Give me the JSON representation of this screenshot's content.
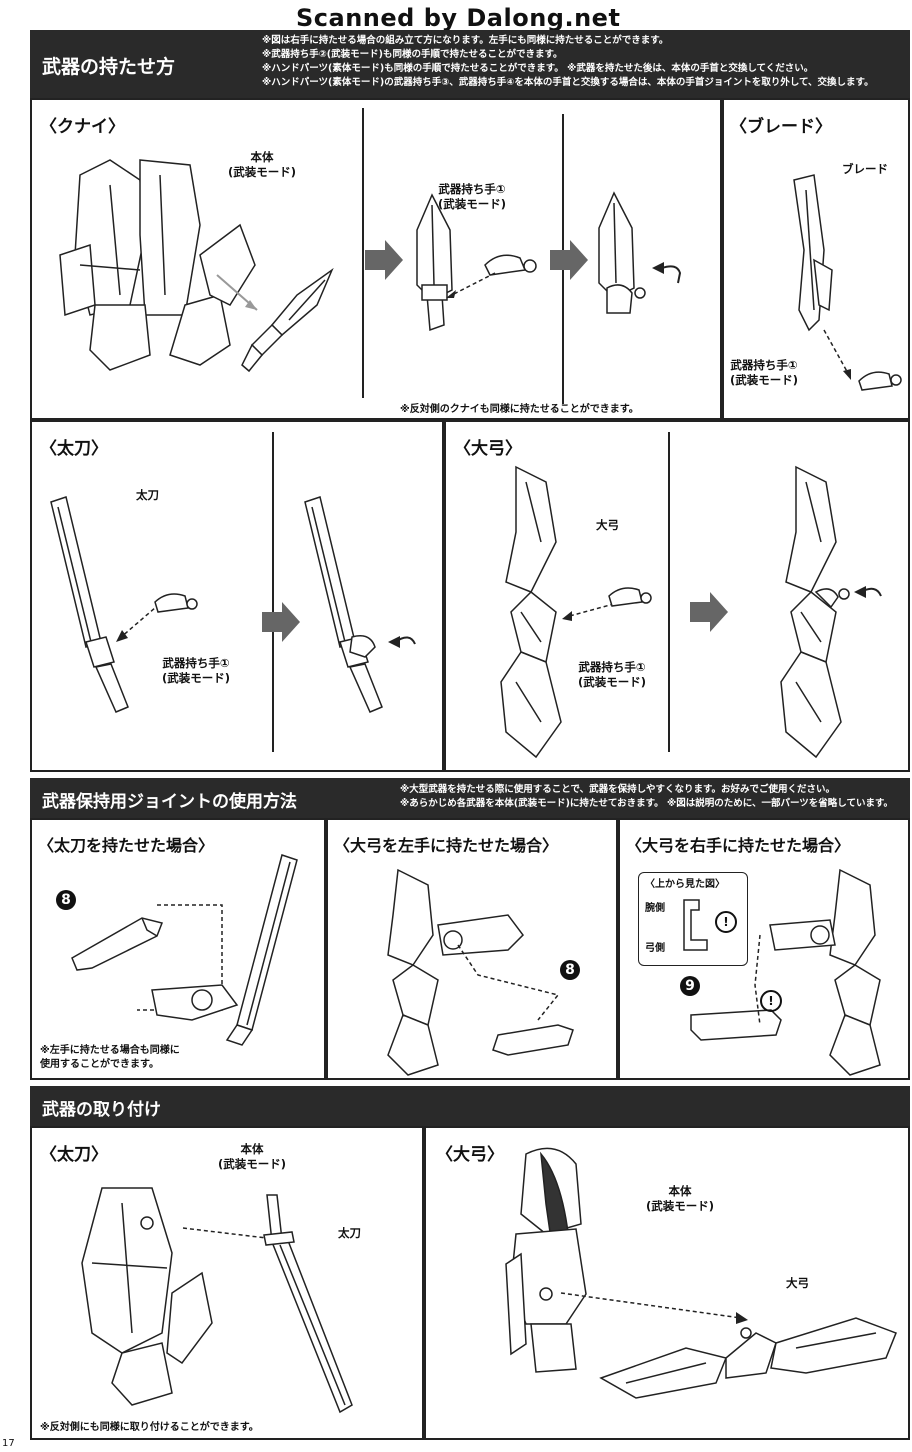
{
  "watermark": "Scanned by Dalong.net",
  "section1": {
    "title": "武器の持たせ方",
    "notes": [
      "※図は右手に持たせる場合の組み立て方になります。左手にも同様に持たせることができます。",
      "※武器持ち手②(武装モード)も同様の手順で持たせることができます。",
      "※ハンドパーツ(素体モード)も同様の手順で持たせることができます。 ※武器を持たせた後は、本体の手首と交換してください。",
      "※ハンドパーツ(素体モード)の武器持ち手③、武器持ち手④を本体の手首と交換する場合は、本体の手首ジョイントを取り外して、交換します。"
    ],
    "kunai": {
      "title": "〈クナイ〉",
      "body_label": "本体\n(武装モード)",
      "hand_label": "武器持ち手①\n(武装モード)",
      "note": "※反対側のクナイも同様に持たせることができます。"
    },
    "blade": {
      "title": "〈ブレード〉",
      "blade_label": "ブレード",
      "hand_label": "武器持ち手①\n(武装モード)"
    },
    "tachi": {
      "title": "〈太刀〉",
      "tachi_label": "太刀",
      "hand_label": "武器持ち手①\n(武装モード)"
    },
    "daikyu": {
      "title": "〈大弓〉",
      "bow_label": "大弓",
      "hand_label": "武器持ち手①\n(武装モード)"
    }
  },
  "section2": {
    "title": "武器保持用ジョイントの使用方法",
    "notes": [
      "※大型武器を持たせる際に使用することで、武器を保持しやすくなります。お好みでご使用ください。",
      "※あらかじめ各武器を本体(武装モード)に持たせておきます。 ※図は説明のために、一部パーツを省略しています。"
    ],
    "tachi_case": {
      "title": "〈太刀を持たせた場合〉",
      "part": "8",
      "note": "※左手に持たせる場合も同様に\n使用することができます。"
    },
    "bow_left": {
      "title": "〈大弓を左手に持たせた場合〉",
      "part": "8"
    },
    "bow_right": {
      "title": "〈大弓を右手に持たせた場合〉",
      "inset_title": "〈上から見た図〉",
      "arm_side": "腕側",
      "bow_side": "弓側",
      "part": "9",
      "warn": "!"
    }
  },
  "section3": {
    "title": "武器の取り付け",
    "tachi": {
      "title": "〈太刀〉",
      "body_label": "本体\n(武装モード)",
      "tachi_label": "太刀",
      "note": "※反対側にも同様に取り付けることができます。"
    },
    "daikyu": {
      "title": "〈大弓〉",
      "body_label": "本体\n(武装モード)",
      "bow_label": "大弓"
    }
  },
  "page_number": "17"
}
